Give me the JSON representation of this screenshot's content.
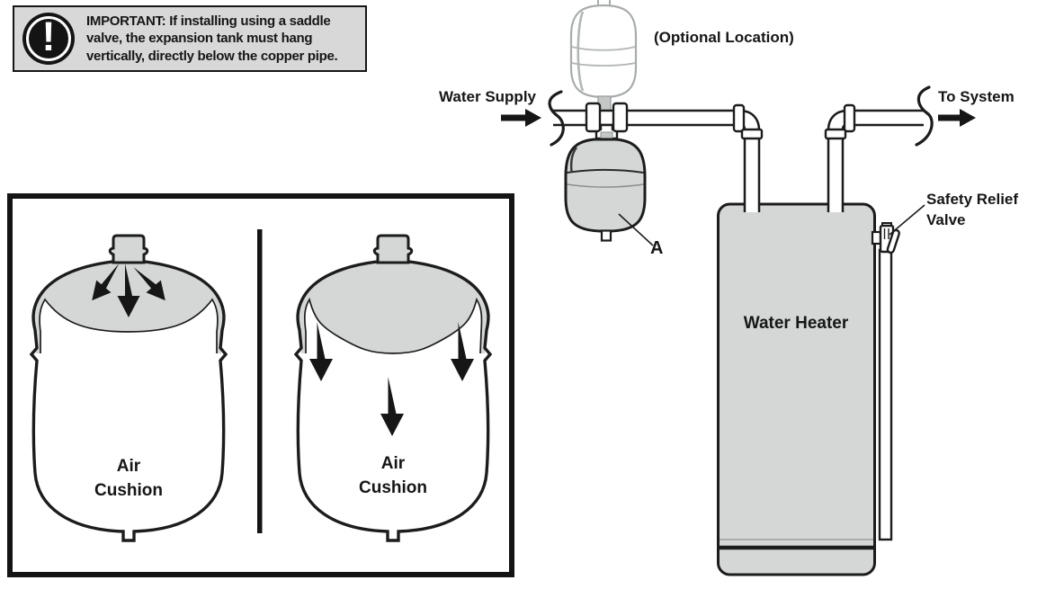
{
  "notice": {
    "icon": "!",
    "prefix": "IMPORTANT:",
    "body": "If installing using a saddle valve, the expansion tank must hang vertically, directly below the copper pipe."
  },
  "tank_box": {
    "left_tank_label": "Air Cushion",
    "right_tank_label": "Air Cushion"
  },
  "plumbing": {
    "water_supply": "Water Supply",
    "optional_location": "(Optional Location)",
    "to_system": "To System",
    "callout_a": "A",
    "water_heater": "Water Heater",
    "safety_relief_valve": "Safety Relief Valve"
  },
  "icons": {
    "alert": "exclamation-circle-icon",
    "supply_arrow": "right-arrow-icon",
    "to_system_arrow": "right-arrow-icon"
  },
  "colors": {
    "fill_gray": "#d5d7d6",
    "notice_bg": "#d8d8d8",
    "line": "#1c1c1c",
    "light_outline": "#a8acab"
  }
}
